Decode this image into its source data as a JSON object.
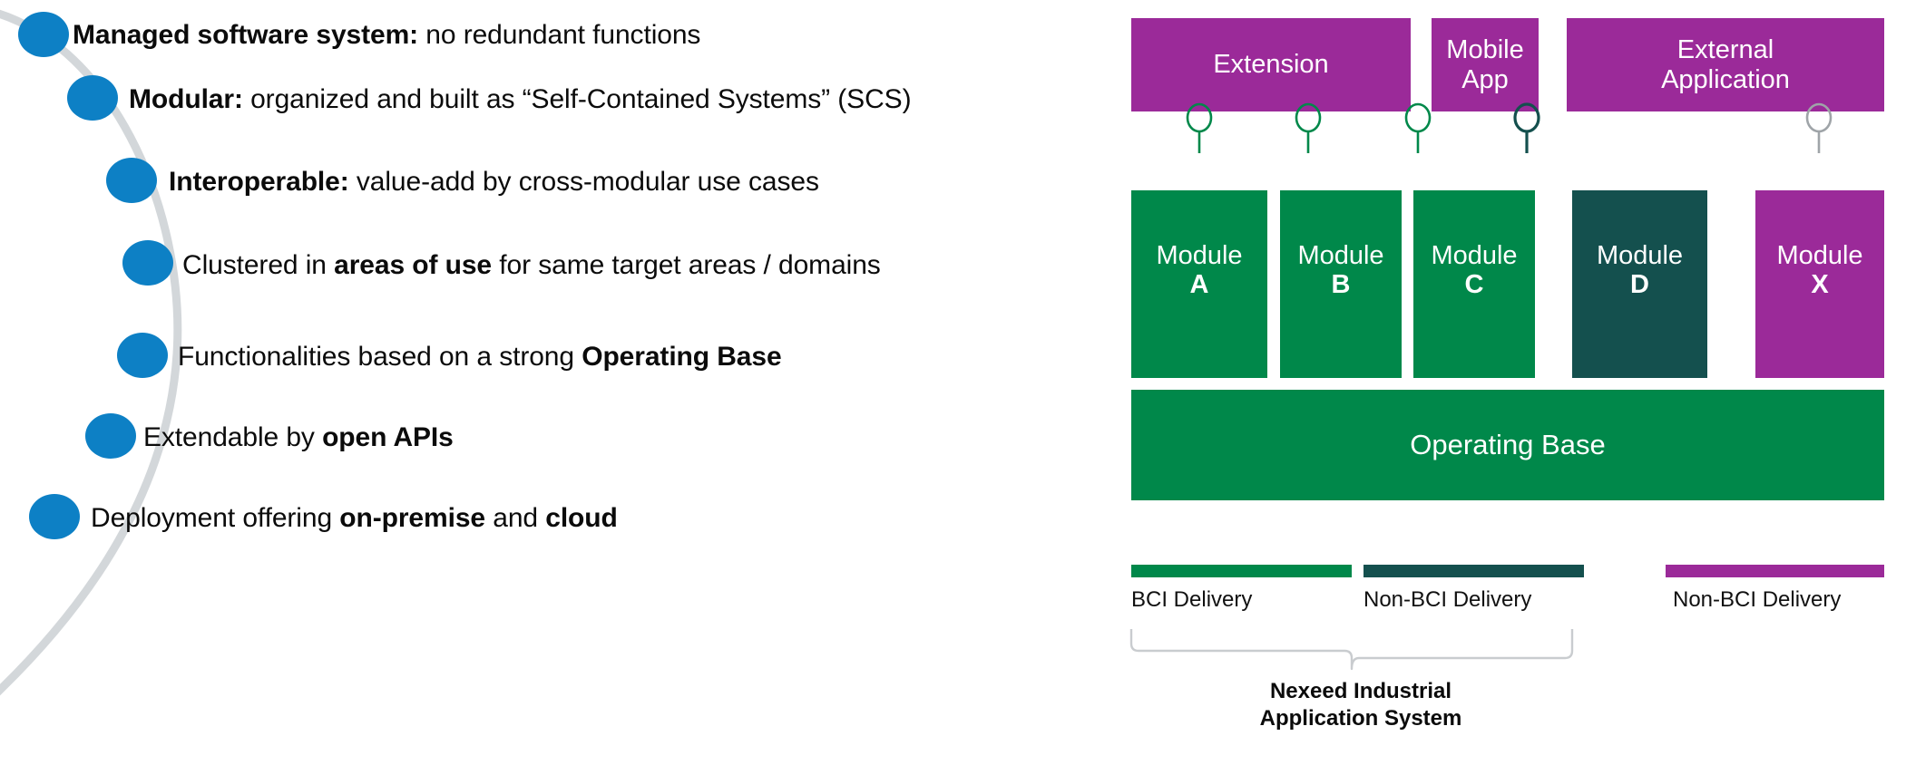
{
  "colors": {
    "bullet_blue": "#0D80C5",
    "arc_gray": "#D3D7DA",
    "green": "#00884A",
    "teal": "#14504E",
    "magenta": "#9B2A99",
    "lolli_gray": "#9FA4A8",
    "text": "#0b0b0b"
  },
  "bullets": [
    {
      "bold": "Managed software system:",
      "rest": " no redundant functions"
    },
    {
      "bold": "Modular:",
      "rest": " organized and built as “Self-Contained Systems” (SCS)"
    },
    {
      "bold": "Interoperable:",
      "rest": " value-add by cross-modular use cases"
    },
    {
      "pre": "Clustered in ",
      "bold": "areas of use",
      "rest": " for same target areas / domains"
    },
    {
      "pre": "Functionalities based on a strong ",
      "bold": "Operating Base",
      "rest": ""
    },
    {
      "pre": "Extendable by ",
      "bold": "open APIs",
      "rest": ""
    },
    {
      "pre": "Deployment offering ",
      "bold": "on-premise",
      "mid": " and ",
      "bold2": "cloud",
      "rest": ""
    }
  ],
  "diagram": {
    "consumers": [
      {
        "label": "Extension",
        "color": "magenta"
      },
      {
        "label": "Mobile\nApp",
        "line1": "Mobile",
        "line2": "App",
        "color": "magenta"
      },
      {
        "label": "External\nApplication",
        "line1": "External",
        "line2": "Application",
        "color": "magenta"
      }
    ],
    "modules": [
      {
        "name": "Module",
        "letter": "A",
        "color": "green",
        "api_color": "green"
      },
      {
        "name": "Module",
        "letter": "B",
        "color": "green",
        "api_color": "green"
      },
      {
        "name": "Module",
        "letter": "C",
        "color": "green",
        "api_color": "green"
      },
      {
        "name": "Module",
        "letter": "D",
        "color": "teal",
        "api_color": "teal"
      },
      {
        "name": "Module",
        "letter": "X",
        "color": "magenta",
        "api_color": "gray"
      }
    ],
    "base": {
      "label": "Operating Base",
      "color": "green"
    },
    "legend_left": [
      {
        "label": "BCI Delivery",
        "color": "green"
      },
      {
        "label": "Non-BCI Delivery",
        "color": "teal"
      }
    ],
    "legend_right": [
      {
        "label": "Non-BCI Delivery",
        "color": "magenta"
      }
    ],
    "bracket_caption_line1": "Nexeed Industrial",
    "bracket_caption_line2": "Application System"
  }
}
